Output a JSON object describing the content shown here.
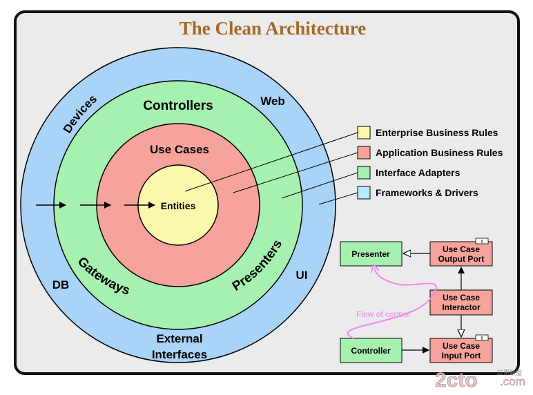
{
  "title": "The Clean Architecture",
  "rings": {
    "outer": {
      "color": "#a9d3f7",
      "labels": {
        "devices": "Devices",
        "web": "Web",
        "db": "DB",
        "ui": "UI",
        "external_interfaces_1": "External",
        "external_interfaces_2": "Interfaces"
      }
    },
    "adapters": {
      "color": "#a6f0b0",
      "labels": {
        "controllers": "Controllers",
        "gateways": "Gateways",
        "presenters": "Presenters"
      }
    },
    "use_cases": {
      "color": "#f5a39c",
      "labels": {
        "use_cases": "Use Cases"
      }
    },
    "entities": {
      "color": "#fbf7ad",
      "labels": {
        "entities": "Entities"
      }
    }
  },
  "legend": [
    {
      "label": "Enterprise Business Rules",
      "color": "#fbf7ad"
    },
    {
      "label": "Application Business Rules",
      "color": "#f5a39c"
    },
    {
      "label": "Interface Adapters",
      "color": "#a6f0b0"
    },
    {
      "label": "Frameworks & Drivers",
      "color": "#b6ecf7"
    }
  ],
  "flow": {
    "presenter": "Presenter",
    "controller": "Controller",
    "output_port_1": "Use Case",
    "output_port_2": "Output Port",
    "interactor_1": "Use Case",
    "interactor_2": "Interactor",
    "input_port_1": "Use Case",
    "input_port_2": "Input Port",
    "interface_marker": "I",
    "flow_of_control": "Flow of control",
    "flow_color": "#ee88ee"
  },
  "watermark": {
    "text_main": "2cto",
    "text_dot": ".com",
    "text_cn": "红黑联盟"
  }
}
